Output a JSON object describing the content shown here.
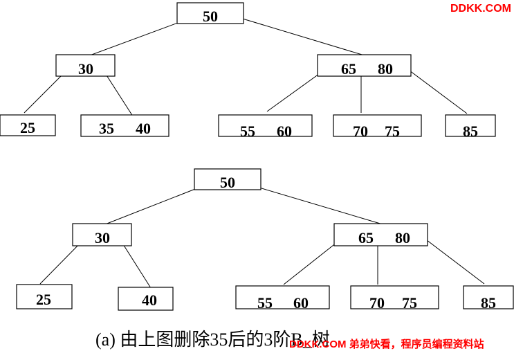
{
  "watermark_top": "DDKK.COM",
  "watermark_bottom": "DDKK.COM 弟弟快看，程序员编程资料站",
  "caption": "(a) 由上图删除35后的3阶B_树",
  "tree_before": {
    "root": [
      "50"
    ],
    "internal_left": [
      "30"
    ],
    "internal_right": [
      "65",
      "80"
    ],
    "leaves": [
      [
        "25"
      ],
      [
        "35",
        "40"
      ],
      [
        "55",
        "60"
      ],
      [
        "70",
        "75"
      ],
      [
        "85"
      ]
    ]
  },
  "tree_after": {
    "root": [
      "50"
    ],
    "internal_left": [
      "30"
    ],
    "internal_right": [
      "65",
      "80"
    ],
    "leaves": [
      [
        "25"
      ],
      [
        "40"
      ],
      [
        "55",
        "60"
      ],
      [
        "70",
        "75"
      ],
      [
        "85"
      ]
    ]
  }
}
